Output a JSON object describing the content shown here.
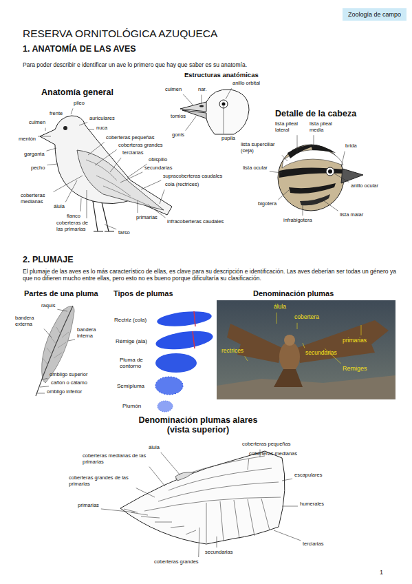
{
  "diagram": {
    "title": "RESERVA ORNITOLÓGICA AZUQUECA",
    "nodes": [
      {
        "text": [
          "Zoología de campo"
        ]
      }
    ],
    "labels": [
      "1. ANATOMÍA DE LAS AVES",
      "Para poder describir e identificar un ave lo primero que hay que saber es su anatomía.",
      "Anatomía general",
      "Estructuras anatómicas",
      "Detalle de la cabeza",
      "pileo",
      "frente",
      "culmen",
      "auriculares",
      "nuca",
      "mentón",
      "coberteras pequeñas",
      "coberteras grandes",
      "terciarias",
      "garganta",
      "obispillo",
      "secundarias",
      "pecho",
      "supracoberteras caudales",
      "cola (rectrices)",
      "coberteras medianas",
      "álula",
      "flanco",
      "coberteras de las primarias",
      "primarias",
      "infracoberteras caudales",
      "tarso",
      "culmen",
      "nar.",
      "anillo orbital",
      "tomios",
      "gonis",
      "pupila",
      "lista pileal lateral",
      "lista pileal media",
      "lista superciliar (ceja)",
      "brida",
      "lista ocular",
      "anillo ocular",
      "bigotera",
      "infrabigotera",
      "lista malar",
      "2. PLUMAJE",
      "El plumaje de las aves es lo más característico de ellas, es clave para su descripción e identificación. Las aves deberían ser todas un género ya que no difieren mucho entre ellas, pero esto no es bueno porque dificultaría su clasificación.",
      "Partes de una pluma",
      "Tipos de plumas",
      "Denominación plumas",
      "raquis",
      "bandera externa",
      "bandera interna",
      "ombligo superior",
      "cañón o cálamo",
      "ombligo inferior",
      "Rectriz (cola)",
      "Rémige (ala)",
      "Pluma de contorno",
      "Semipluma",
      "Plumón",
      "álula",
      "cobertera",
      "primarias",
      "rectrices",
      "secundarias",
      "Remiges",
      "Denominación plumas alares (vista superior)",
      "álula",
      "coberteras pequeñas",
      "coberteras medianas de las primarias",
      "coberteras medianas",
      "escapulares",
      "coberteras grandes de las primarias",
      "humerales",
      "primarias",
      "secundarias",
      "terciarias",
      "coberteras grandes",
      "1"
    ]
  }
}
